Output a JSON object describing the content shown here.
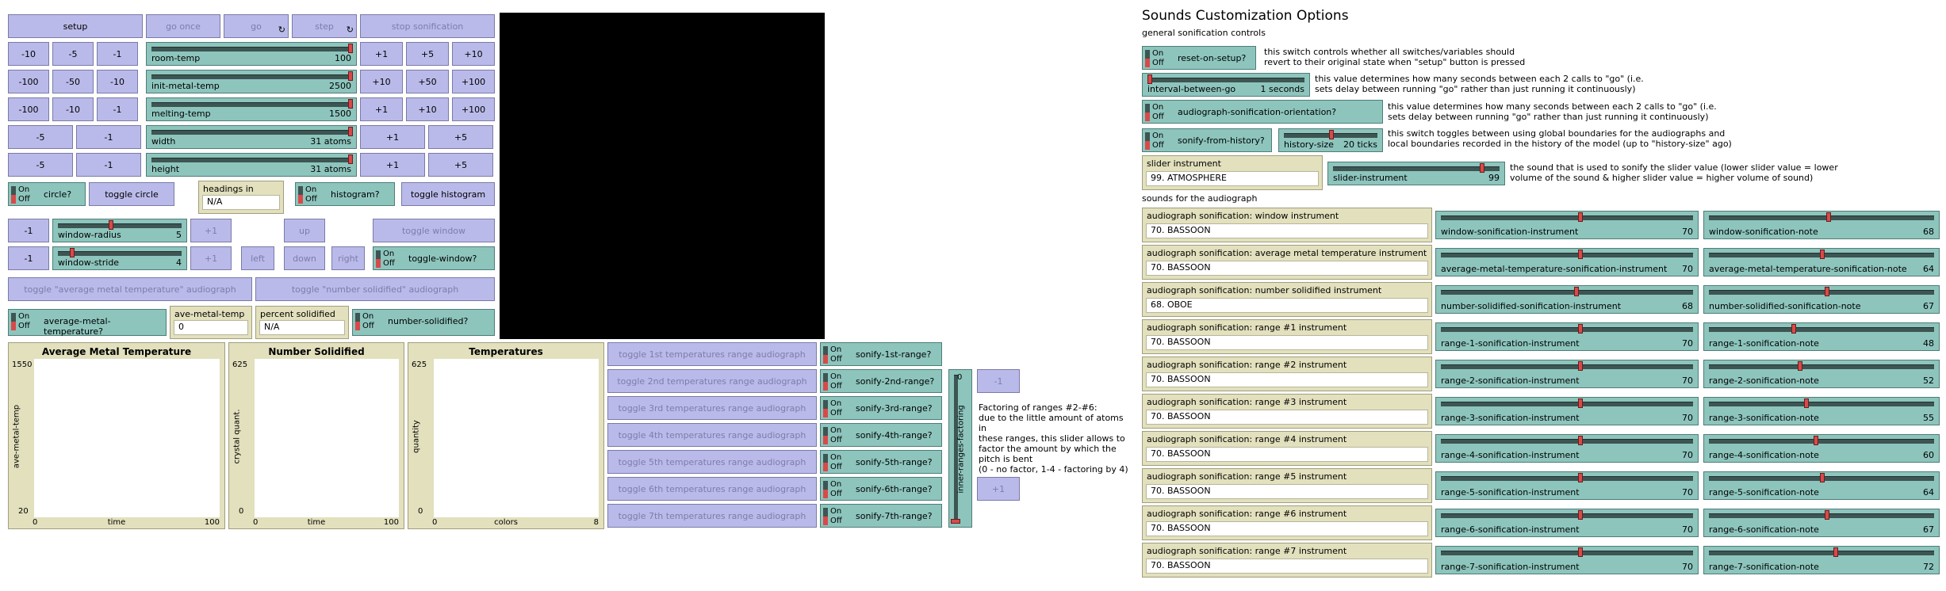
{
  "buttons": {
    "setup": "setup",
    "go_once": "go once",
    "go": "go",
    "step": "step",
    "stop_sonification": "stop sonification",
    "toggle_circle": "toggle circle",
    "toggle_histogram": "toggle histogram",
    "up": "up",
    "toggle_window": "toggle window",
    "left": "left",
    "down": "down",
    "right": "right",
    "toggle_avg_audiograph": "toggle \"average metal temperature\" audiograph",
    "toggle_solid_audiograph": "toggle \"number solidified\" audiograph",
    "forever_icon": "↻"
  },
  "inc_rows": [
    {
      "left": [
        "-10",
        "-5",
        "-1"
      ],
      "right": [
        "+1",
        "+5",
        "+10"
      ]
    },
    {
      "left": [
        "-100",
        "-50",
        "-10"
      ],
      "right": [
        "+10",
        "+50",
        "+100"
      ]
    },
    {
      "left": [
        "-100",
        "-10",
        "-1"
      ],
      "right": [
        "+1",
        "+10",
        "+100"
      ]
    },
    {
      "left": [
        "-5",
        "-1"
      ],
      "right": [
        "+1",
        "+5"
      ]
    },
    {
      "left": [
        "-5",
        "-1"
      ],
      "right": [
        "+1",
        "+5"
      ]
    }
  ],
  "main_sliders": [
    {
      "name": "room-temp",
      "value": "100",
      "fraction": 1.0
    },
    {
      "name": "init-metal-temp",
      "value": "2500",
      "fraction": 1.0
    },
    {
      "name": "melting-temp",
      "value": "1500",
      "fraction": 1.0
    },
    {
      "name": "width",
      "value": "31 atoms",
      "fraction": 1.0
    },
    {
      "name": "height",
      "value": "31 atoms",
      "fraction": 1.0
    }
  ],
  "switch_on": "On",
  "switch_off": "Off",
  "switches": {
    "circle": "circle?",
    "histogram": "histogram?",
    "toggle_window": "toggle-window?",
    "avg_metal_temp": "average-metal-temperature?",
    "number_solidified": "number-solidified?"
  },
  "headings_monitor": {
    "title": "headings in window",
    "value": "N/A"
  },
  "window_sliders": [
    {
      "minus": "-1",
      "name": "window-radius",
      "value": "5",
      "plus": "+1",
      "fraction": 0.42
    },
    {
      "minus": "-1",
      "name": "window-stride",
      "value": "4",
      "plus": "+1",
      "fraction": 0.1
    }
  ],
  "ave_metal_temp_monitor": {
    "title": "ave-metal-temp",
    "value": "0"
  },
  "percent_solidified_monitor": {
    "title": "percent solidified",
    "value": "N/A"
  },
  "plots": [
    {
      "title": "Average Metal Temperature",
      "ymax": "1550",
      "ymin": "20",
      "xmin": "0",
      "xmax": "100",
      "xlabel": "time",
      "ylabel": "ave-metal-temp"
    },
    {
      "title": "Number Solidified",
      "ymax": "625",
      "ymin": "0",
      "xmin": "0",
      "xmax": "100",
      "xlabel": "time",
      "ylabel": "crystal quant."
    },
    {
      "title": "Temperatures",
      "ymax": "625",
      "ymin": "0",
      "xmin": "0",
      "xmax": "8",
      "xlabel": "colors",
      "ylabel": "quantity"
    }
  ],
  "range_rows": [
    {
      "button": "toggle 1st temperatures range audiograph",
      "switch": "sonify-1st-range?"
    },
    {
      "button": "toggle 2nd temperatures range audiograph",
      "switch": "sonify-2nd-range?"
    },
    {
      "button": "toggle 3rd temperatures range audiograph",
      "switch": "sonify-3rd-range?"
    },
    {
      "button": "toggle 4th temperatures range audiograph",
      "switch": "sonify-4th-range?"
    },
    {
      "button": "toggle 5th temperatures range audiograph",
      "switch": "sonify-5th-range?"
    },
    {
      "button": "toggle 6th temperatures range audiograph",
      "switch": "sonify-6th-range?"
    },
    {
      "button": "toggle 7th temperatures range audiograph",
      "switch": "sonify-7th-range?"
    }
  ],
  "inner_slider": {
    "name": "inner-ranges-factoring",
    "value": "0",
    "fraction": 0.0,
    "minus": "-1",
    "plus": "+1"
  },
  "factoring_note": "Factoring of ranges #2-#6:\ndue to the little amount of atoms in\nthese ranges, this slider allows to\nfactor the amount by which the\npitch is bent\n(0 - no factor, 1-4 - factoring by 4)",
  "options": {
    "title": "Sounds Customization Options",
    "general_label": "general sonification controls",
    "reset_switch": "reset-on-setup?",
    "reset_note": "this switch controls whether all switches/variables should\nrevert to their original state when \"setup\" button is pressed",
    "interval_slider": {
      "name": "interval-between-go",
      "value": "1 seconds",
      "fraction": 0.0
    },
    "interval_note": "this value determines how many seconds between each 2 calls to \"go\" (i.e.\nsets delay between running \"go\" rather than just running it continuously)",
    "orientation_switch": "audiograph-sonification-orientation?",
    "orientation_note": "this value determines how many seconds between each 2 calls to \"go\" (i.e.\nsets delay between running \"go\" rather than just running it continuously)",
    "history_switch": "sonify-from-history?",
    "history_slider": {
      "name": "history-size",
      "value": "20 ticks",
      "fraction": 0.5
    },
    "history_note": "this switch toggles between using global boundaries for the audiographs and\nlocal boundaries recorded in the history of the model (up to \"history-size\" ago)",
    "slider_instrument_input": {
      "title": "slider instrument",
      "value": "99. ATMOSPHERE"
    },
    "slider_instrument_slider": {
      "name": "slider-instrument",
      "value": "99",
      "fraction": 0.9
    },
    "slider_instrument_note": "the sound that is used to sonify the slider value (lower slider value = lower\nvolume of the sound & higher slider value = higher volume of sound)",
    "audiograph_label": "sounds for the audiograph"
  },
  "audiograph_rows": [
    {
      "title": "audiograph sonification: window instrument",
      "value": "70. BASSOON",
      "inst_name": "window-sonification-instrument",
      "inst_value": "70",
      "inst_fraction": 0.55,
      "note_name": "window-sonification-note",
      "note_value": "68",
      "note_fraction": 0.53
    },
    {
      "title": "audiograph sonification: average metal temperature instrument",
      "value": "70. BASSOON",
      "inst_name": "average-metal-temperature-sonification-instrument",
      "inst_value": "70",
      "inst_fraction": 0.55,
      "note_name": "average-metal-temperature-sonification-note",
      "note_value": "64",
      "note_fraction": 0.5
    },
    {
      "title": "audiograph sonification: number solidified instrument",
      "value": "68. OBOE",
      "inst_name": "number-solidified-sonification-instrument",
      "inst_value": "68",
      "inst_fraction": 0.535,
      "note_name": "number-solidified-sonification-note",
      "note_value": "67",
      "note_fraction": 0.52
    },
    {
      "title": "audiograph sonification: range #1 instrument",
      "value": "70. BASSOON",
      "inst_name": "range-1-sonification-instrument",
      "inst_value": "70",
      "inst_fraction": 0.55,
      "note_name": "range-1-sonification-note",
      "note_value": "48",
      "note_fraction": 0.37
    },
    {
      "title": "audiograph sonification: range #2 instrument",
      "value": "70. BASSOON",
      "inst_name": "range-2-sonification-instrument",
      "inst_value": "70",
      "inst_fraction": 0.55,
      "note_name": "range-2-sonification-note",
      "note_value": "52",
      "note_fraction": 0.4
    },
    {
      "title": "audiograph sonification: range #3 instrument",
      "value": "70. BASSOON",
      "inst_name": "range-3-sonification-instrument",
      "inst_value": "70",
      "inst_fraction": 0.55,
      "note_name": "range-3-sonification-note",
      "note_value": "55",
      "note_fraction": 0.43
    },
    {
      "title": "audiograph sonification: range #4 instrument",
      "value": "70. BASSOON",
      "inst_name": "range-4-sonification-instrument",
      "inst_value": "70",
      "inst_fraction": 0.55,
      "note_name": "range-4-sonification-note",
      "note_value": "60",
      "note_fraction": 0.47
    },
    {
      "title": "audiograph sonification: range #5 instrument",
      "value": "70. BASSOON",
      "inst_name": "range-5-sonification-instrument",
      "inst_value": "70",
      "inst_fraction": 0.55,
      "note_name": "range-5-sonification-note",
      "note_value": "64",
      "note_fraction": 0.5
    },
    {
      "title": "audiograph sonification: range #6 instrument",
      "value": "70. BASSOON",
      "inst_name": "range-6-sonification-instrument",
      "inst_value": "70",
      "inst_fraction": 0.55,
      "note_name": "range-6-sonification-note",
      "note_value": "67",
      "note_fraction": 0.52
    },
    {
      "title": "audiograph sonification: range #7 instrument",
      "value": "70. BASSOON",
      "inst_name": "range-7-sonification-instrument",
      "inst_value": "70",
      "inst_fraction": 0.55,
      "note_name": "range-7-sonification-note",
      "note_value": "72",
      "note_fraction": 0.56
    }
  ]
}
